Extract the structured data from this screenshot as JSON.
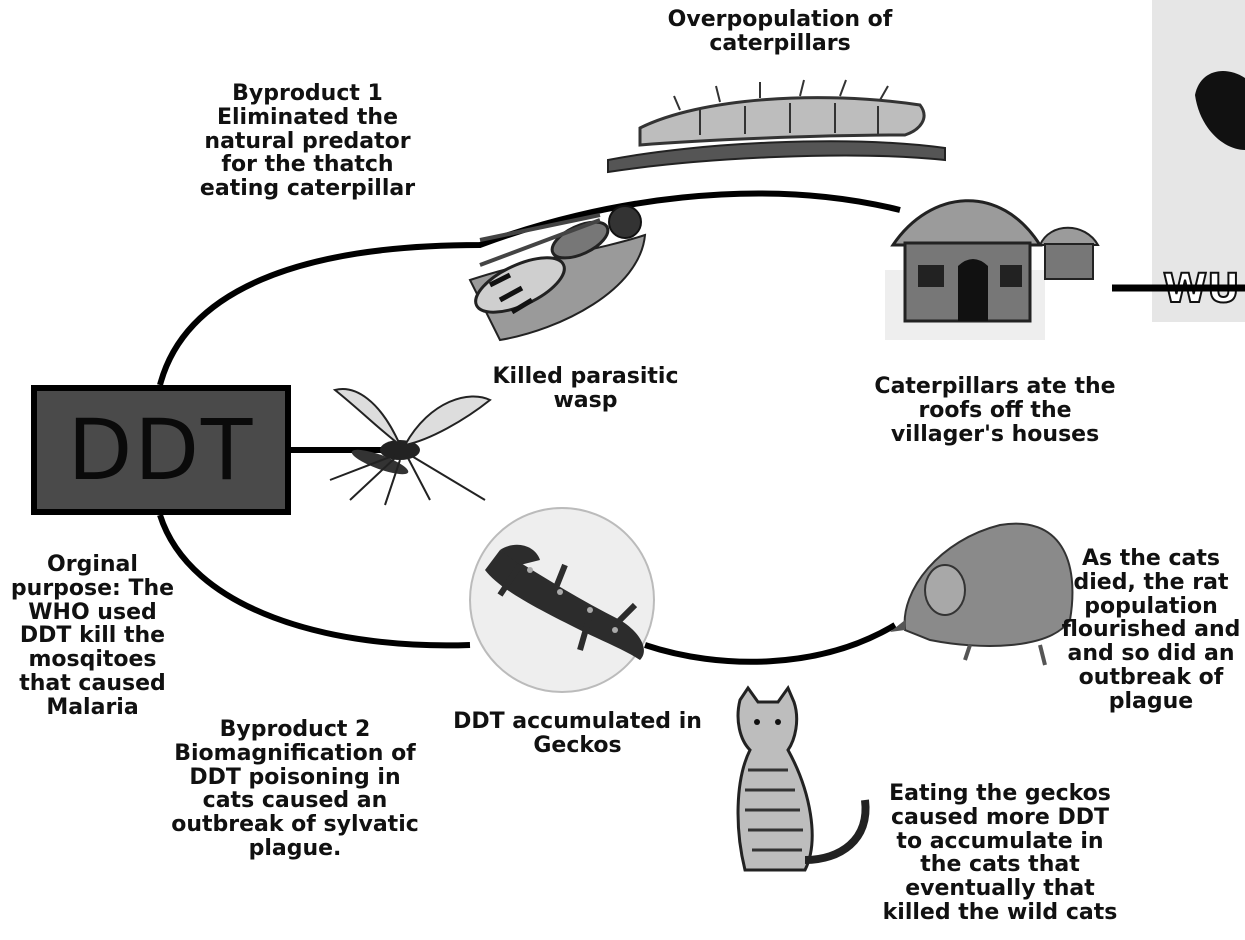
{
  "center_box": {
    "label": "DDT"
  },
  "labels": {
    "overpopulation": "Overpopulation of\ncaterpillars",
    "byproduct1": "Byproduct 1\nEliminated the\nnatural predator\nfor the thatch\neating caterpillar",
    "killed_wasp": "Killed parasitic\nwasp",
    "caterpillars_roofs": "Caterpillars ate the\nroofs off the\nvillager's houses",
    "original_purpose": "Orginal\npurpose: The\nWHO used\nDDT kill the\nmosqitoes\nthat caused\nMalaria",
    "byproduct2": "Byproduct 2\nBiomagnification of\nDDT poisoning in\ncats caused an\noutbreak of sylvatic\nplague.",
    "ddt_geckos": "DDT accumulated in\nGeckos",
    "rats_plague": "As the cats\ndied, the rat\npopulation\nflourished and\nand so did an\noutbreak of\nplague",
    "eating_geckos": "Eating the geckos\ncaused more DDT\nto accumulate in\nthe cats that\neventually that\nkilled the wild cats",
    "cropped_photo_text": "WU"
  },
  "icons": [
    "caterpillar-icon",
    "wasp-icon",
    "hut-icon",
    "mosquito-icon",
    "gecko-icon",
    "rat-icon",
    "cat-icon"
  ]
}
